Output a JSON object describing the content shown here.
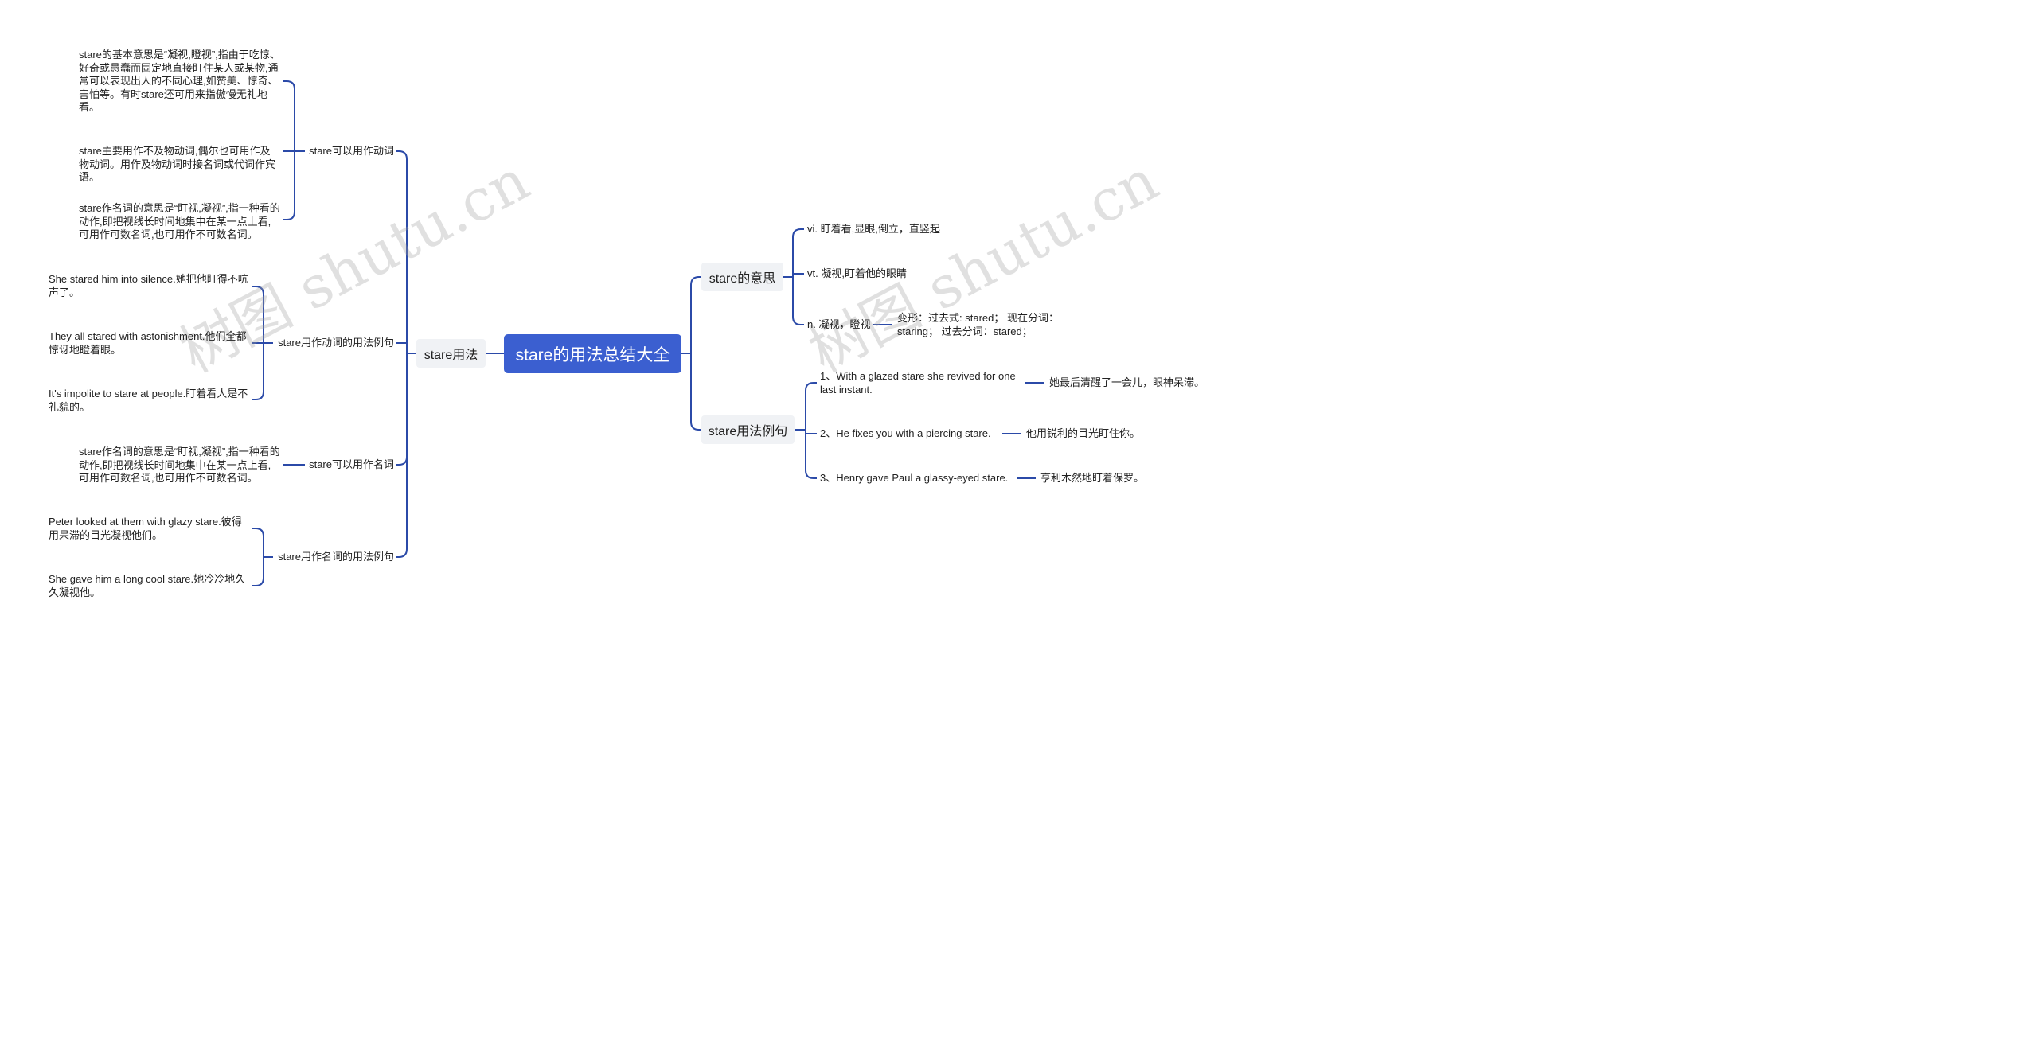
{
  "root": "stare的用法总结大全",
  "left": {
    "label": "stare用法",
    "groups": [
      {
        "label": "stare可以用作动词",
        "items": [
          "stare的基本意思是“凝视,瞪视”,指由于吃惊、好奇或愚蠢而固定地直接盯住某人或某物,通常可以表现出人的不同心理,如赞美、惊奇、害怕等。有时stare还可用来指傲慢无礼地看。",
          "stare主要用作不及物动词,偶尔也可用作及物动词。用作及物动词时接名词或代词作宾语。",
          "stare作名词的意思是“盯视,凝视”,指一种看的动作,即把视线长时间地集中在某一点上看,可用作可数名词,也可用作不可数名词。"
        ]
      },
      {
        "label": "stare用作动词的用法例句",
        "items": [
          "She stared him into silence.她把他盯得不吭声了。",
          "They all stared with astonishment.他们全都惊讶地瞪着眼。",
          "It's impolite to stare at people.盯着看人是不礼貌的。"
        ]
      },
      {
        "label": "stare可以用作名词",
        "items": [
          "stare作名词的意思是“盯视,凝视”,指一种看的动作,即把视线长时间地集中在某一点上看,可用作可数名词,也可用作不可数名词。"
        ]
      },
      {
        "label": "stare用作名词的用法例句",
        "items": [
          "Peter looked at them with glazy stare.彼得用呆滞的目光凝视他们。",
          "She gave him a long cool stare.她冷冷地久久凝视他。"
        ]
      }
    ]
  },
  "right": [
    {
      "label": "stare的意思",
      "items": [
        {
          "text": "vi. 盯着看,显眼,倒立，直竖起"
        },
        {
          "text": "vt. 凝视,盯着他的眼睛"
        },
        {
          "text": "n. 凝视，瞪视",
          "child": "变形：过去式: stared； 现在分词：staring； 过去分词：stared；"
        }
      ]
    },
    {
      "label": "stare用法例句",
      "items": [
        {
          "text": "1、With a glazed stare she revived for one last instant.",
          "child": "她最后清醒了一会儿，眼神呆滞。"
        },
        {
          "text": "2、He fixes you with a piercing stare.",
          "child": "他用锐利的目光盯住你。"
        },
        {
          "text": "3、Henry gave Paul a glassy-eyed stare.",
          "child": "亨利木然地盯着保罗。"
        }
      ]
    }
  ],
  "watermarks": [
    "树图 shutu.cn",
    "树图 shutu.cn"
  ]
}
